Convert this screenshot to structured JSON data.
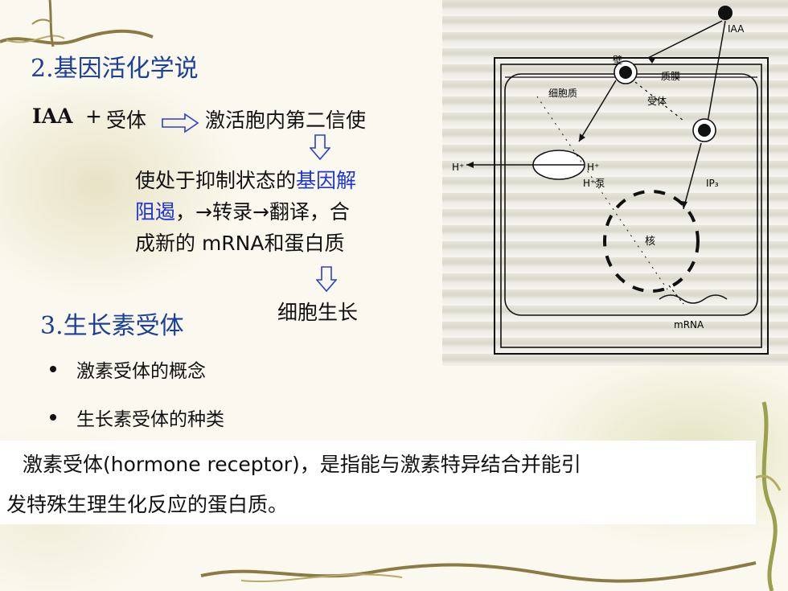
{
  "slide": {
    "heading_2": "2.基因活化学说",
    "pathway": {
      "iaa_label": "IAA",
      "plus": "+",
      "receptor": "受体",
      "activate": "激活胞内第二信使",
      "step2_a": "使处于抑制状态的",
      "step2_b": "基因解",
      "step2_c": "阻遏",
      "step2_d": "，→转录→翻译，合",
      "step2_e": "成新的 mRNA和蛋白质",
      "result": "细胞生长"
    },
    "heading_3": "3.生长素受体",
    "bullets": [
      "激素受体的概念",
      "生长素受体的种类"
    ],
    "definition": {
      "line1": "激素受体(hormone receptor)，是指能与激素特异结合并能引",
      "line2": "发特殊生理生化反应的蛋白质。"
    }
  },
  "diagram": {
    "labels": {
      "iaa": "IAA",
      "wall": "壁",
      "membrane": "质膜",
      "cytoplasm": "细胞质",
      "receptor": "受体",
      "h_left": "H⁺",
      "h_right": "H⁺",
      "h_pump": "H⁺泵",
      "ip3": "IP₃",
      "nucleus": "核",
      "mrna": "mRNA"
    },
    "colors": {
      "line": "#111111",
      "accent_heading": "#1c3f9a",
      "accent_text": "#1f35d6"
    }
  }
}
